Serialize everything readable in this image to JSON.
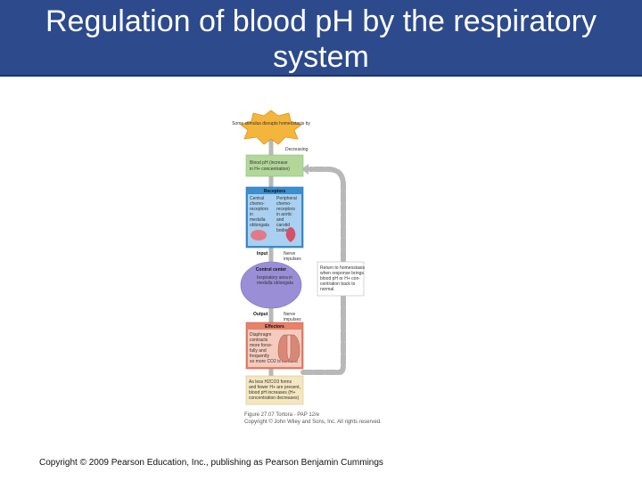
{
  "slide": {
    "title_line1": "Regulation of blood pH by the respiratory",
    "title_line2": "system",
    "copyright": "Copyright © 2009 Pearson Education, Inc., publishing as Pearson Benjamin Cummings"
  },
  "diagram": {
    "stimulus": "Some stimulus disrupts homeostasis by",
    "decreasing": "Decreasing",
    "controlled_condition_1": "Blood pH (increase",
    "controlled_condition_2": "in H+ concentration)",
    "receptors_title": "Receptors",
    "receptors_col1": [
      "Central",
      "chemo-",
      "receptors",
      "in",
      "medulla",
      "oblongata"
    ],
    "receptors_col2": [
      "Peripheral",
      "chemo-",
      "receptors",
      "in aortic",
      "and",
      "carotid",
      "bodies"
    ],
    "input_label": "Input",
    "input_desc": [
      "Nerve",
      "impulses"
    ],
    "control_title": "Control center",
    "control_desc": [
      "Inspiratory area in",
      "medulla oblongata"
    ],
    "output_label": "Output",
    "output_desc": [
      "Nerve",
      "impulses"
    ],
    "effectors_title": "Effectors",
    "effectors_desc": [
      "Diaphragm",
      "contracts",
      "more force-",
      "fully and",
      "frequently",
      "so more CO2 is exhaled"
    ],
    "response_desc": [
      "As less H2CO3 forms",
      "and fewer H+ are present,",
      "blood pH increases (H+",
      "concentration decreases)"
    ],
    "return_desc": [
      "Return to homeostasis",
      "when response brings",
      "blood pH or H+ con-",
      "centration back to",
      "normal"
    ],
    "caption_line1": "Figure 27.07 Tortora - PAP 12/e",
    "caption_line2": "Copyright © John Wiley and Sons, Inc. All rights reserved."
  },
  "colors": {
    "title_bar": "#2c4a8c",
    "stimulus": "#f4b53c",
    "controlled": "#b3d79a",
    "receptors": "#3a8fd0",
    "control": "#9a8ed6",
    "effectors": "#e8806a",
    "response": "#f4e6bf",
    "arrow": "#b8b8b8"
  }
}
